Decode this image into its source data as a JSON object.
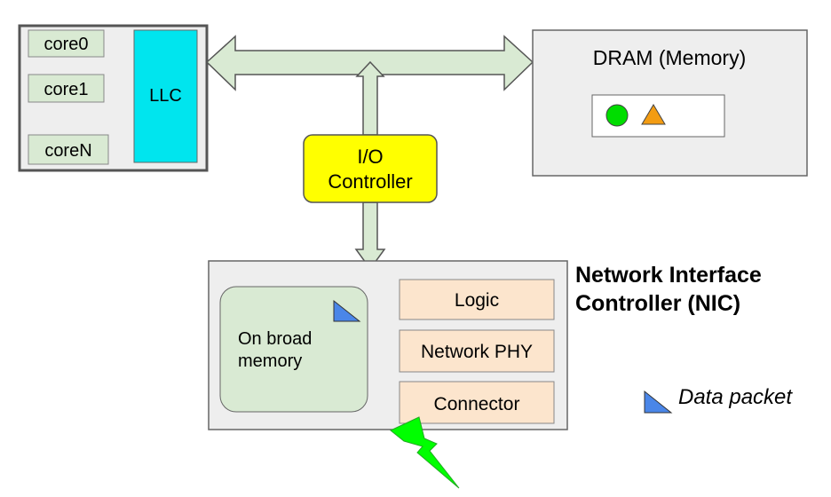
{
  "cpu": {
    "cores": [
      "core0",
      "core1",
      "coreN"
    ],
    "llc": "LLC"
  },
  "dram": {
    "title": "DRAM (Memory)"
  },
  "io_controller": {
    "line1": "I/O",
    "line2": "Controller"
  },
  "nic": {
    "title_line1": "Network Interface",
    "title_line2": "Controller (NIC)",
    "memory_line1": "On broad",
    "memory_line2": "memory",
    "logic": "Logic",
    "phy": "Network PHY",
    "connector": "Connector"
  },
  "legend": {
    "data_packet": "Data packet"
  },
  "colors": {
    "core_fill": "#d9ead3",
    "llc_fill": "#00e5ee",
    "bus_fill": "#d9ead3",
    "io_fill": "#ffff00",
    "nic_block_fill": "#fce5cd",
    "packet": "#4a86e8",
    "lightning": "#00ff00",
    "green_circle": "#00dd00",
    "orange_triangle": "#f39c12"
  },
  "icons": [
    "green-circle-icon",
    "orange-triangle-icon",
    "data-packet-icon",
    "lightning-icon"
  ]
}
